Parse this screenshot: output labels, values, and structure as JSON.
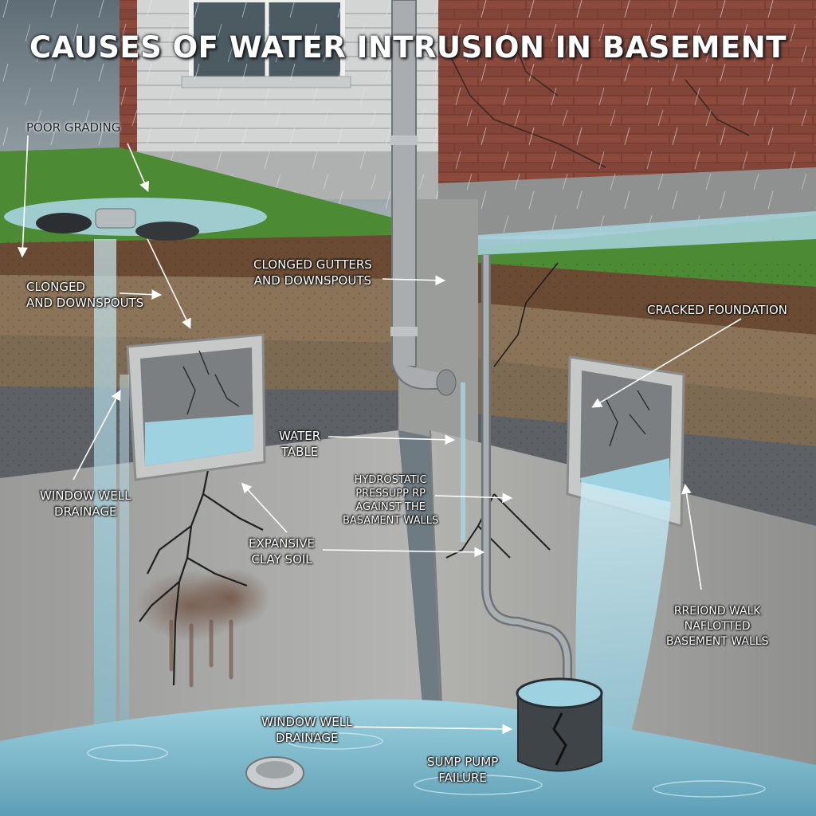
{
  "title": "CAUSES OF WATER INTRUSION IN BASEMENT",
  "labels": {
    "poor_grading": "POOR GRADING",
    "clonged_left": [
      "CLONGED",
      "AND DOWNSPOUTS"
    ],
    "clonged_gutters": [
      "CLONGED GUTTERS",
      "AND DOWNSPOUTS"
    ],
    "cracked_foundation": "CRACKED FOUNDATION",
    "water_table": [
      "WATER",
      "TABLE"
    ],
    "hydrostatic": [
      "HYDROSTATIC",
      "PRESSUPP RP",
      "AGAINST THE",
      "BASAMENT WALLS"
    ],
    "window_well_left": [
      "WINDOW WELL",
      "DRAINAGE"
    ],
    "expansive_clay": [
      "EXPANSIVE",
      "CLAY SOIL"
    ],
    "rebond_walk": [
      "RREIOND WALK",
      "NAFLOTTED",
      "BASEMENT WALLS"
    ],
    "window_well_bottom": [
      "WINDOW WELL",
      "DRAINAGE"
    ],
    "sump_pump": [
      "SUMP PUMP",
      "FAILURE"
    ]
  },
  "colors": {
    "sky": "#7d8b93",
    "brick": "#7a3e33",
    "siding": "#d4d6d6",
    "grass": "#4f8b35",
    "topsoil": "#6b4c34",
    "clay": "#8a7358",
    "gravel": "#5e6266",
    "concrete_wall": "#a8a9a7",
    "water": "#8fc7d8",
    "pipe": "#a3a8ab"
  }
}
